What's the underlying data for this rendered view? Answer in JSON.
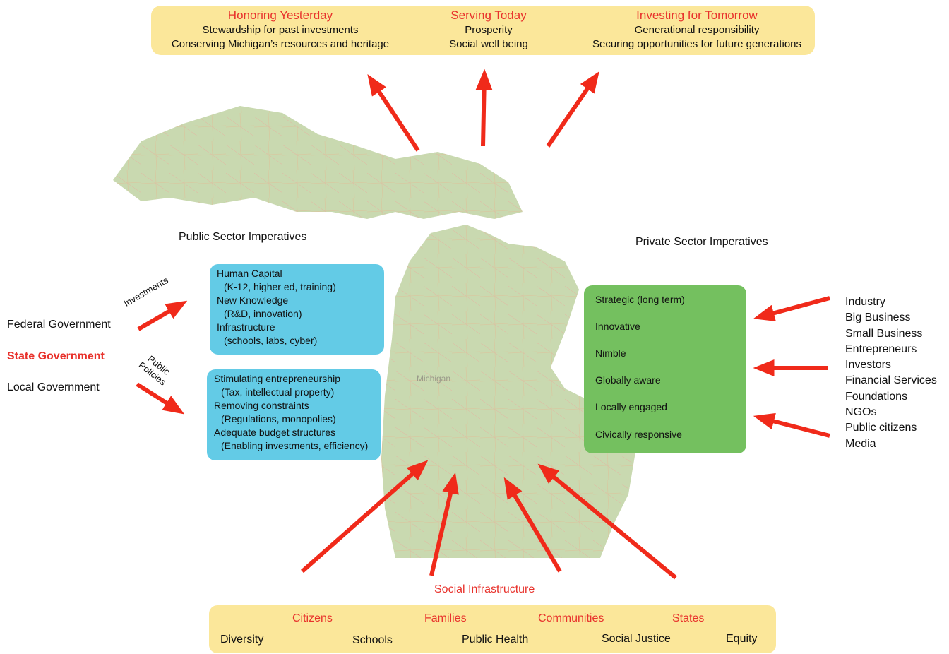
{
  "top_banner": {
    "columns": [
      {
        "heading": "Honoring Yesterday",
        "lines": [
          "Stewardship for past investments",
          "Conserving Michigan’s resources and heritage"
        ]
      },
      {
        "heading": "Serving Today",
        "lines": [
          "Prosperity",
          "Social well being"
        ]
      },
      {
        "heading": "Investing for Tomorrow",
        "lines": [
          "Generational responsibility",
          "Securing opportunities for future generations"
        ]
      }
    ]
  },
  "public_sector": {
    "title": "Public Sector Imperatives",
    "box1": [
      "Human Capital",
      "(K-12, higher ed, training)",
      "New Knowledge",
      "(R&D, innovation)",
      "Infrastructure",
      "(schools, labs, cyber)"
    ],
    "box2": [
      "Stimulating entrepreneurship",
      "(Tax, intellectual property)",
      "Removing constraints",
      "(Regulations, monopolies)",
      "Adequate budget structures",
      "(Enabling investments, efficiency)"
    ],
    "arrow_label_investments": "Investments",
    "arrow_label_policies_1": "Public",
    "arrow_label_policies_2": "Policies"
  },
  "government": {
    "federal": "Federal Government",
    "state": "State Government",
    "local": "Local Government"
  },
  "private_sector": {
    "title": "Private Sector Imperatives",
    "items": [
      "Strategic (long term)",
      "Innovative",
      "Nimble",
      "Globally aware",
      "Locally engaged",
      "Civically responsive"
    ]
  },
  "actors": [
    "Industry",
    "Big Business",
    "Small Business",
    "Entrepreneurs",
    "Investors",
    "Financial Services",
    "Foundations",
    "NGOs",
    "Public citizens",
    "Media"
  ],
  "map_label": "Michigan",
  "social": {
    "title": "Social Infrastructure",
    "groups": [
      "Citizens",
      "Families",
      "Communities",
      "States"
    ],
    "themes": [
      "Diversity",
      "Schools",
      "Public Health",
      "Social Justice",
      "Equity"
    ]
  },
  "colors": {
    "accent_red": "#e8322c",
    "banner_yellow": "#fbe79a",
    "public_blue": "#63cbe6",
    "private_green": "#74c05f",
    "map_green": "#c9d9b0",
    "water": "#ffffff"
  }
}
